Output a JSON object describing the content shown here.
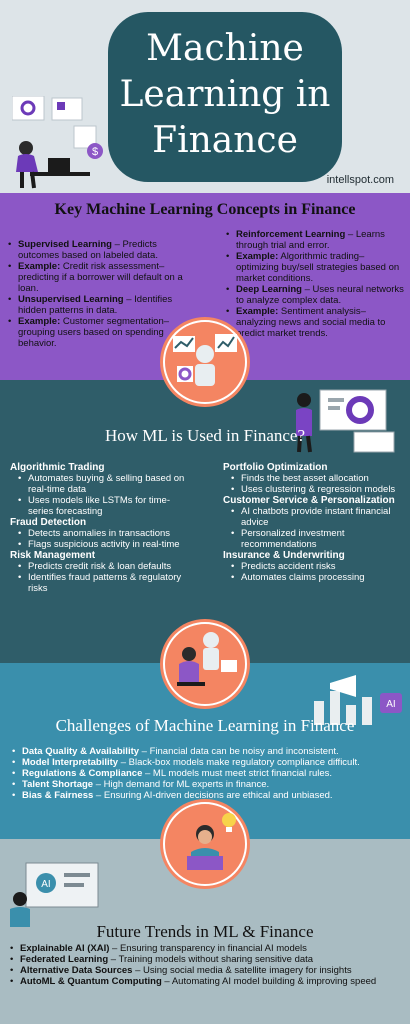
{
  "header": {
    "title_line1": "Machine",
    "title_line2": "Learning in",
    "title_line3": "Finance",
    "site": "intellspot.com",
    "ill_icons": [
      "person-laptop-icon",
      "chart-screen-icon",
      "dollar-icon"
    ]
  },
  "concepts": {
    "title": "Key Machine Learning Concepts in Finance",
    "left": [
      {
        "term": "Supervised Learning",
        "text": " – Predicts outcomes based on labeled data."
      },
      {
        "term": "Example:",
        "text": " Credit risk assessment– predicting if a borrower will default on a loan."
      },
      {
        "term": "Unsupervised Learning",
        "text": " – Identifies hidden patterns in data."
      },
      {
        "term": "Example:",
        "text": " Customer segmentation– grouping users based on spending behavior."
      }
    ],
    "right": [
      {
        "term": "Reinforcement Learning",
        "text": " – Learns through trial and error."
      },
      {
        "term": "Example:",
        "text": " Algorithmic trading– optimizing buy/sell strategies based on market conditions."
      },
      {
        "term": "Deep Learning",
        "text": " – Uses neural networks to analyze complex data."
      },
      {
        "term": "Example:",
        "text": " Sentiment analysis– analyzing news and social media to predict market trends."
      }
    ]
  },
  "usage": {
    "title": "How ML is Used in Finance?",
    "left": [
      {
        "heading": "Algorithmic Trading",
        "items": [
          "Automates buying & selling based on real-time data",
          "Uses models like LSTMs for time-series forecasting"
        ]
      },
      {
        "heading": "Fraud Detection",
        "items": [
          "Detects anomalies in transactions",
          "Flags suspicious activity in real-time"
        ]
      },
      {
        "heading": "Risk Management",
        "items": [
          "Predicts credit risk & loan defaults",
          "Identifies fraud patterns & regulatory risks"
        ]
      }
    ],
    "right": [
      {
        "heading": "Portfolio Optimization",
        "items": [
          "Finds the best asset allocation",
          "Uses clustering & regression models"
        ]
      },
      {
        "heading": "Customer Service & Personalization",
        "items": [
          "AI chatbots provide instant financial advice",
          "Personalized investment recommendations"
        ]
      },
      {
        "heading": "Insurance & Underwriting",
        "items": [
          "Predicts accident risks",
          "Automates claims processing"
        ]
      }
    ]
  },
  "challenges": {
    "title": "Challenges of Machine Learning in Finance",
    "items": [
      {
        "term": "Data Quality & Availability",
        "text": " – Financial data can be noisy and inconsistent."
      },
      {
        "term": "Model Interpretability",
        "text": " – Black-box models make regulatory compliance difficult."
      },
      {
        "term": "Regulations & Compliance",
        "text": " – ML models must meet strict financial rules."
      },
      {
        "term": "Talent Shortage",
        "text": " – High demand for ML experts in finance."
      },
      {
        "term": "Bias & Fairness",
        "text": " – Ensuring AI-driven decisions are ethical and unbiased."
      }
    ]
  },
  "trends": {
    "title": "Future Trends in ML & Finance",
    "items": [
      {
        "term": "Explainable AI (XAI)",
        "text": " – Ensuring transparency in financial AI models"
      },
      {
        "term": "Federated Learning",
        "text": " – Training models without sharing sensitive data"
      },
      {
        "term": "Alternative Data Sources",
        "text": " – Using social media & satellite imagery for insights"
      },
      {
        "term": "AutoML & Quantum Computing",
        "text": " – Automating AI model building & improving speed"
      }
    ]
  },
  "colors": {
    "title_bg": "#255763",
    "concepts_bg": "#8c57c6",
    "usage_bg": "#2f5d69",
    "challenges_bg": "#3a8fac",
    "trends_bg": "#a9bcc2",
    "accent": "#f48562"
  },
  "icons": [
    "robot-analytics-icon",
    "robot-person-icon",
    "developer-idea-icon",
    "ai-megaphone-icon",
    "ai-person-icon",
    "data-analyst-icon"
  ],
  "ai_label": "AI"
}
